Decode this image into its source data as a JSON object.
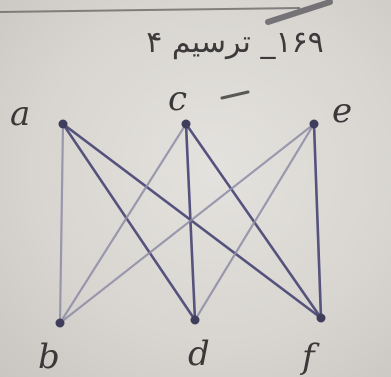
{
  "header": {
    "caption": "۱۶۹_ ترسیم ۴"
  },
  "graph": {
    "nodes": [
      {
        "id": "a",
        "label": "a"
      },
      {
        "id": "c",
        "label": "c"
      },
      {
        "id": "e",
        "label": "e"
      },
      {
        "id": "b",
        "label": "b"
      },
      {
        "id": "d",
        "label": "d"
      },
      {
        "id": "f",
        "label": "f"
      }
    ],
    "edges": [
      {
        "from": "a",
        "to": "b",
        "tone": "light"
      },
      {
        "from": "a",
        "to": "d",
        "tone": "dark"
      },
      {
        "from": "a",
        "to": "f",
        "tone": "dark"
      },
      {
        "from": "c",
        "to": "b",
        "tone": "light"
      },
      {
        "from": "c",
        "to": "d",
        "tone": "dark"
      },
      {
        "from": "c",
        "to": "f",
        "tone": "dark"
      },
      {
        "from": "e",
        "to": "b",
        "tone": "light"
      },
      {
        "from": "e",
        "to": "d",
        "tone": "light"
      },
      {
        "from": "e",
        "to": "f",
        "tone": "dark"
      }
    ]
  },
  "colors": {
    "edge_dark": "#4e4b78",
    "edge_light": "#8e8ca6",
    "node": "#3f3d5c",
    "ink": "#3a3838"
  }
}
